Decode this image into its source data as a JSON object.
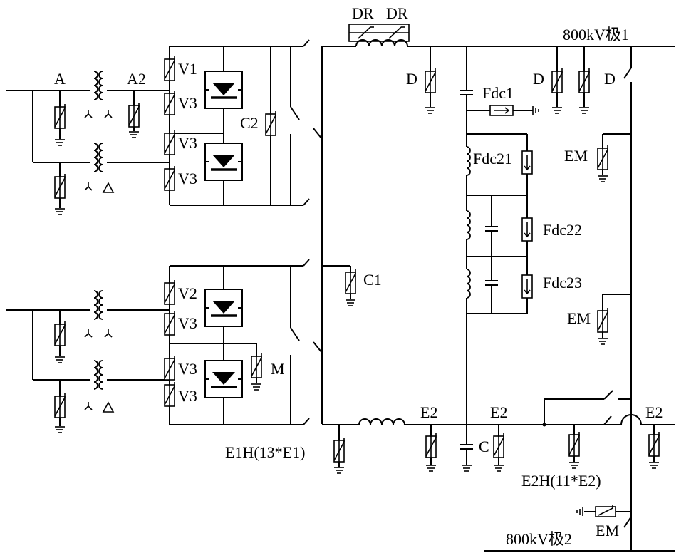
{
  "labels": {
    "dr_left": "DR",
    "dr_right": "DR",
    "pole1": "800kV极1",
    "pole2": "800kV极2",
    "bus_a": "A",
    "bus_a2": "A2",
    "v1": "V1",
    "v3_a": "V3",
    "v3_b": "V3",
    "v3_c": "V3",
    "v2": "V2",
    "v3_d": "V3",
    "v3_e": "V3",
    "v3_f": "V3",
    "c2": "C2",
    "c1": "C1",
    "m": "M",
    "d_left": "D",
    "d_mid": "D",
    "d_right": "D",
    "fdc1": "Fdc1",
    "fdc21": "Fdc21",
    "fdc22": "Fdc22",
    "fdc23": "Fdc23",
    "em_upper": "EM",
    "em_middle": "EM",
    "em_lower": "EM",
    "e2_left": "E2",
    "e2_mid": "E2",
    "e2_right": "E2",
    "c_cap": "C",
    "e1h": "E1H(13*E1)",
    "e2h": "E2H(11*E2)"
  }
}
